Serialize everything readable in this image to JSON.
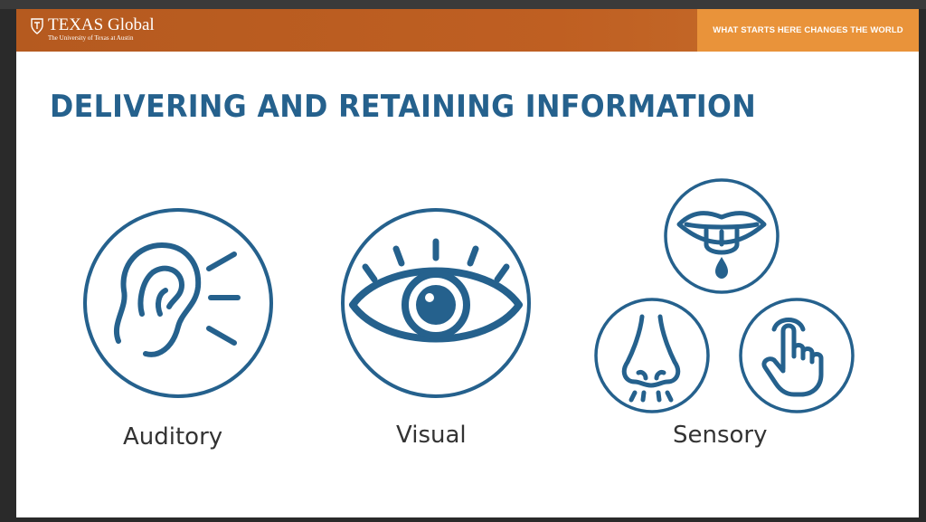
{
  "header": {
    "brand": "TEXAS Global",
    "subbrand": "The University of Texas at Austin",
    "tagline": "WHAT STARTS HERE CHANGES THE WORLD"
  },
  "slide": {
    "title": "DELIVERING AND RETAINING INFORMATION",
    "categories": [
      {
        "label": "Auditory",
        "icon": "ear-icon"
      },
      {
        "label": "Visual",
        "icon": "eye-icon"
      },
      {
        "label": "Sensory",
        "icons": [
          "mouth-tongue-icon",
          "nose-icon",
          "touch-hand-icon"
        ]
      }
    ]
  },
  "colors": {
    "banner": "#bf5f22",
    "banner_accent": "#e9933a",
    "primary_blue": "#25618d",
    "text_dark": "#333333"
  }
}
